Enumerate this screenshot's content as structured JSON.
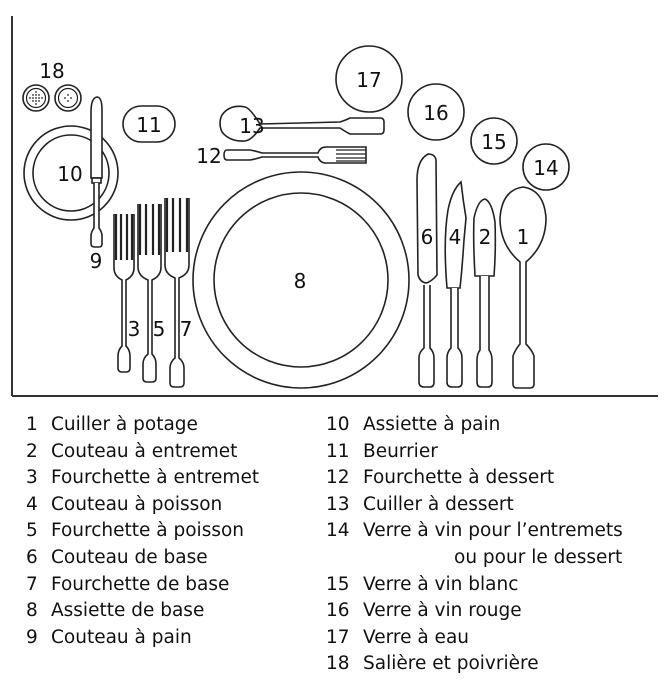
{
  "diagram": {
    "numbers": {
      "n1": "1",
      "n2": "2",
      "n3": "3",
      "n4": "4",
      "n5": "5",
      "n6": "6",
      "n7": "7",
      "n8": "8",
      "n9": "9",
      "n10": "10",
      "n11": "11",
      "n12": "12",
      "n13": "13",
      "n14": "14",
      "n15": "15",
      "n16": "16",
      "n17": "17",
      "n18": "18"
    },
    "colors": {
      "stroke": "#222222",
      "background": "#ffffff"
    }
  },
  "legend": {
    "left": [
      {
        "num": "1",
        "label": "Cuiller à potage"
      },
      {
        "num": "2",
        "label": "Couteau à entremet"
      },
      {
        "num": "3",
        "label": "Fourchette à entremet"
      },
      {
        "num": "4",
        "label": "Couteau à poisson"
      },
      {
        "num": "5",
        "label": "Fourchette à poisson"
      },
      {
        "num": "6",
        "label": "Couteau de base"
      },
      {
        "num": "7",
        "label": "Fourchette de base"
      },
      {
        "num": "8",
        "label": "Assiette de base"
      },
      {
        "num": "9",
        "label": "Couteau à pain"
      }
    ],
    "right": [
      {
        "num": "10",
        "label": "Assiette à pain"
      },
      {
        "num": "11",
        "label": "Beurrier"
      },
      {
        "num": "12",
        "label": "Fourchette à dessert"
      },
      {
        "num": "13",
        "label": "Cuiller à dessert"
      },
      {
        "num": "14",
        "label": "Verre à vin pour l’entremets",
        "continuation": "ou pour le dessert"
      },
      {
        "num": "15",
        "label": "Verre à vin blanc"
      },
      {
        "num": "16",
        "label": "Verre à vin rouge"
      },
      {
        "num": "17",
        "label": "Verre à eau"
      },
      {
        "num": "18",
        "label": "Salière et poivrière"
      }
    ]
  }
}
